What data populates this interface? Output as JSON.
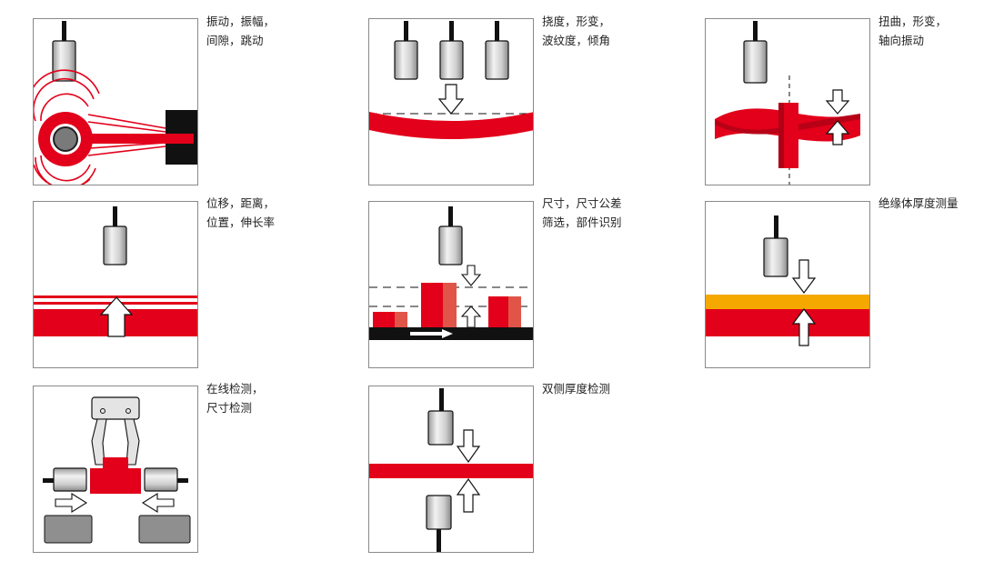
{
  "colors": {
    "red": "#e2001a",
    "dark_red": "#b00016",
    "light_red": "#e05548",
    "orange": "#f5a800",
    "black": "#111111",
    "gray_body": "#d6d6d6",
    "gray_dark": "#8f8f8f",
    "border": "#8a8a8a"
  },
  "panels": [
    {
      "id": "vibration",
      "caption_lines": [
        "振动，振幅，",
        "间隙，跳动"
      ]
    },
    {
      "id": "deflection",
      "caption_lines": [
        "挠度，形变，",
        "波纹度，倾角"
      ]
    },
    {
      "id": "torsion",
      "caption_lines": [
        "扭曲，形变，",
        "轴向振动"
      ]
    },
    {
      "id": "displacement",
      "caption_lines": [
        "位移，距离，",
        "位置，伸长率"
      ]
    },
    {
      "id": "dimension",
      "caption_lines": [
        "尺寸，尺寸公差",
        "筛选，部件识别"
      ]
    },
    {
      "id": "insulation",
      "caption_lines": [
        "绝缘体厚度测量"
      ]
    },
    {
      "id": "inline",
      "caption_lines": [
        "在线检测，",
        "尺寸检测"
      ]
    },
    {
      "id": "bilateral",
      "caption_lines": [
        "双侧厚度检测"
      ]
    }
  ]
}
